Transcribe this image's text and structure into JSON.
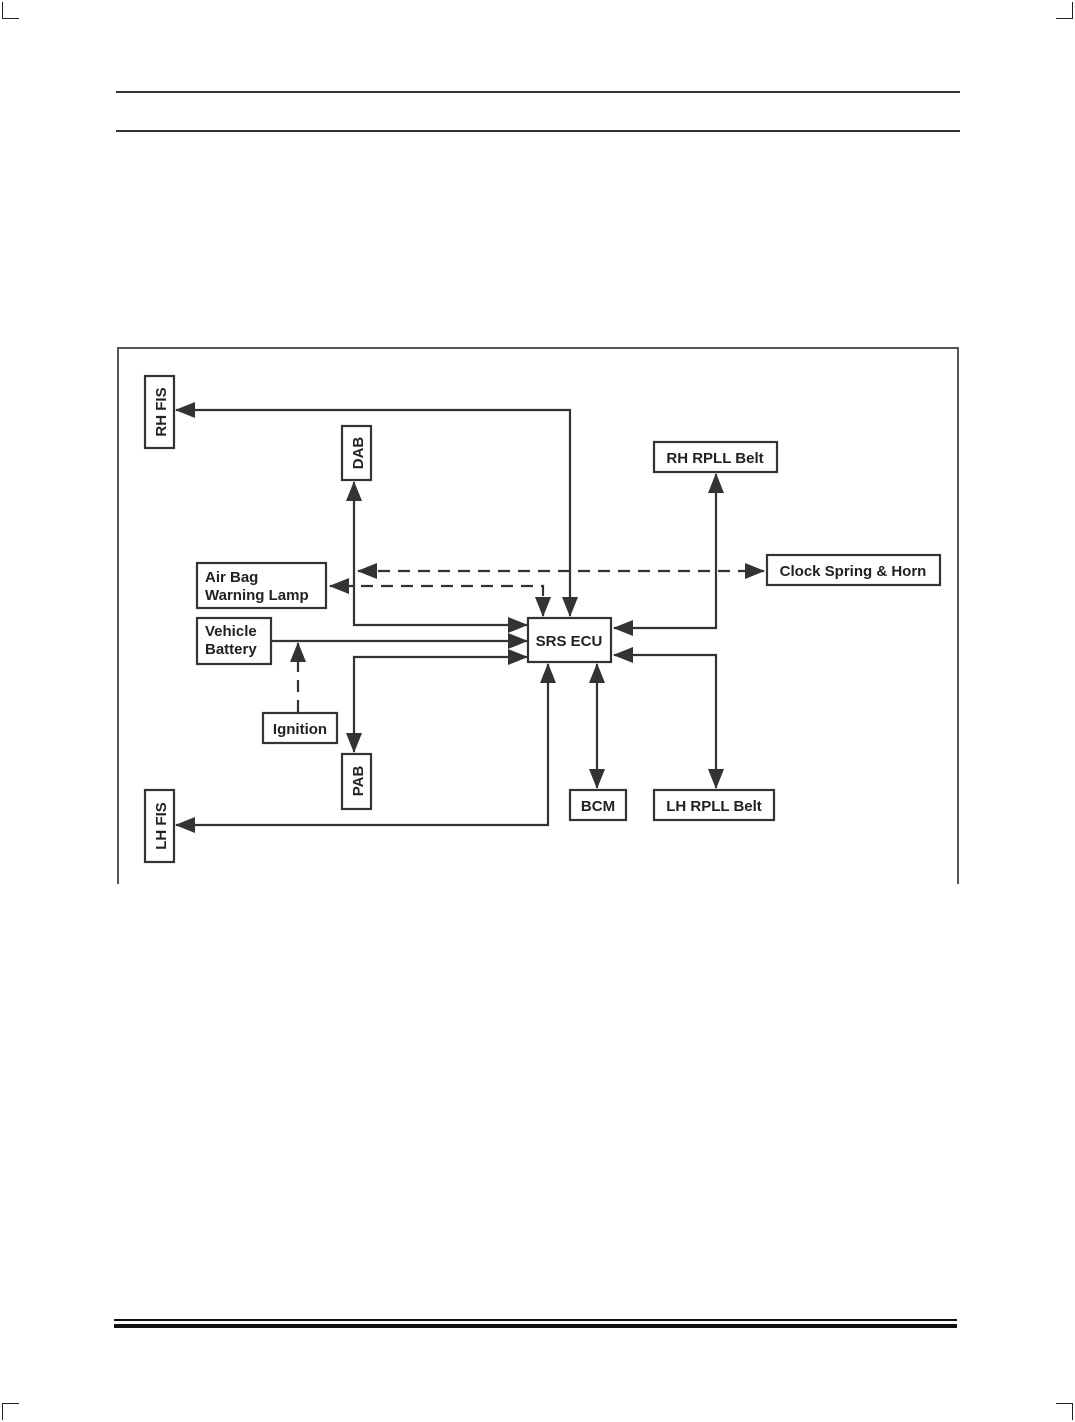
{
  "diagram": {
    "nodes": {
      "rh_fis": "RH FIS",
      "dab": "DAB",
      "rh_rpll_belt": "RH RPLL Belt",
      "air_bag_warning_lamp_line1": "Air Bag",
      "air_bag_warning_lamp_line2": "Warning Lamp",
      "clock_spring_horn": "Clock Spring & Horn",
      "vehicle_battery_line1": "Vehicle",
      "vehicle_battery_line2": "Battery",
      "srs_ecu": "SRS ECU",
      "ignition": "Ignition",
      "pab": "PAB",
      "bcm": "BCM",
      "lh_rpll_belt": "LH RPLL Belt",
      "lh_fis": "LH FIS"
    }
  }
}
